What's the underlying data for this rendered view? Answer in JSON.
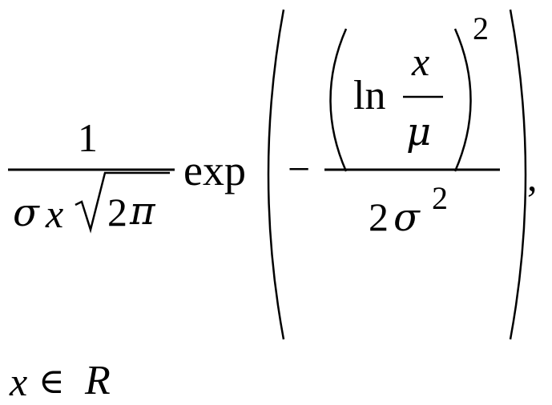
{
  "formula": {
    "numerator_one": "1",
    "sigma": "σ",
    "x": "x",
    "two": "2",
    "pi": "π",
    "exp": "exp",
    "minus": "−",
    "ln": "ln",
    "mu": "μ",
    "square": "2",
    "comma": ",",
    "element_of": "∈",
    "reals": "R"
  }
}
